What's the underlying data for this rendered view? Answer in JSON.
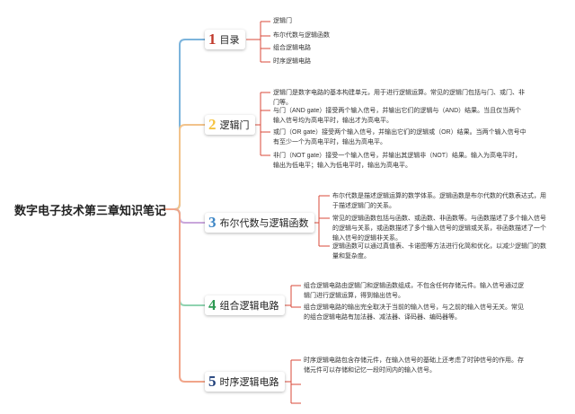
{
  "root": {
    "title": "数字电子技术第三章知识笔记"
  },
  "branches": [
    {
      "num": "1",
      "label": "目录",
      "color": "#7cb4dc",
      "num_color": "#c0392b",
      "items": [
        "逻辑门",
        "布尔代数与逻辑函数",
        "组合逻辑电路",
        "时序逻辑电路"
      ]
    },
    {
      "num": "2",
      "label": "逻辑门",
      "color": "#f2c38b",
      "num_color": "#f5c342",
      "items": [
        "逻辑门是数字电路的基本构建单元，用于进行逻辑运算。常见的逻辑门包括与门、或门、非门等。",
        "与门（AND gate）接受两个输入信号，并输出它们的逻辑与（AND）结果。当且仅当两个输入信号均为高电平时，输出才为高电平。",
        "或门（OR gate）接受两个输入信号，并输出它们的逻辑或（OR）结果。当两个输入信号中有至少一个为高电平时，输出为高电平。",
        "非门（NOT gate）接受一个输入信号，并输出其逻辑非（NOT）结果。输入为高电平时，输出为低电平；输入为低电平时，输出为高电平。"
      ]
    },
    {
      "num": "3",
      "label": "布尔代数与逻辑函数",
      "color": "#c9a6db",
      "num_color": "#3d86c6",
      "items": [
        "布尔代数是描述逻辑运算的数学体系。逻辑函数是布尔代数的代数表达式，用于描述逻辑门的关系。",
        "常见的逻辑函数包括与函数、或函数、非函数等。与函数描述了多个输入信号的逻辑与关系，或函数描述了多个输入信号的逻辑或关系，非函数描述了一个输入信号的逻辑非关系。",
        "逻辑函数可以通过真值表、卡诺图等方法进行化简和优化，以减少逻辑门的数量和复杂度。"
      ]
    },
    {
      "num": "4",
      "label": "组合逻辑电路",
      "color": "#8fd3b0",
      "num_color": "#2e9a53",
      "items": [
        "组合逻辑电路由逻辑门和逻辑函数组成，不包含任何存储元件。输入信号通过逻辑门进行逻辑运算，得到输出信号。",
        "组合逻辑电路的输出完全取决于当前的输入信号，与之前的输入信号无关。常见的组合逻辑电路有加法器、减法器、译码器、编码器等。"
      ]
    },
    {
      "num": "5",
      "label": "时序逻辑电路",
      "color": "#f1a58a",
      "num_color": "#1f3f7a",
      "items": [
        "时序逻辑电路包含存储元件，在输入信号的基础上还考虑了时钟信号的作用。存储元件可以存储和记忆一段时间内的输入信号。",
        "",
        ""
      ]
    }
  ]
}
